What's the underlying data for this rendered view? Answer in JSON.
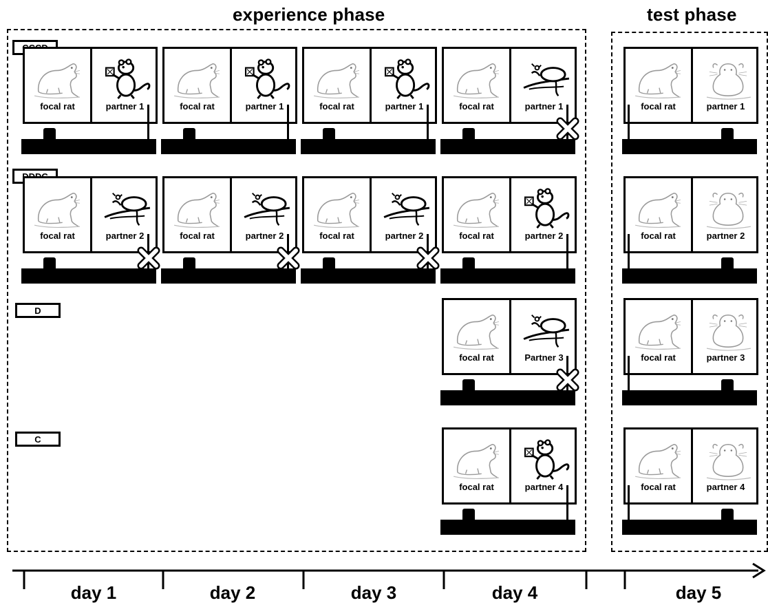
{
  "phases": {
    "experience": "experience phase",
    "test": "test phase"
  },
  "conditions": {
    "cccd": "CCCD",
    "dddc": "DDDC",
    "d": "D",
    "c": "C"
  },
  "labels": {
    "focal": "focal rat",
    "partner1": "partner 1",
    "partner2": "partner 2",
    "partner3_exp": "Partner 3",
    "partner3_test": "partner 3",
    "partner4": "partner 4"
  },
  "days": [
    "day 1",
    "day 2",
    "day 3",
    "day 4",
    "day 5"
  ],
  "icons": {
    "focal": "rat-sitting-icon",
    "cooperative": "rat-pulling-food-icon",
    "defective": "rat-lying-icon",
    "test_partner": "rat-facing-icon",
    "no_food": "x-mark-icon"
  }
}
